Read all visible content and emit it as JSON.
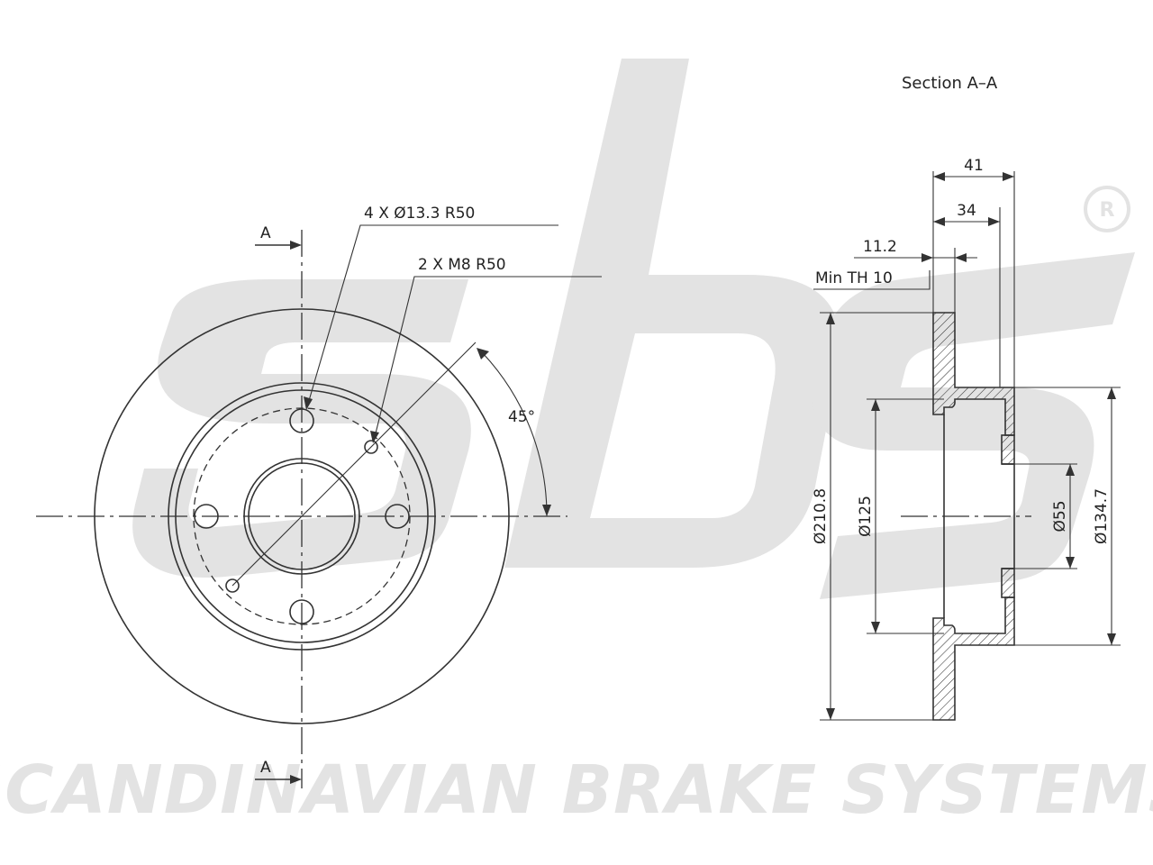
{
  "colors": {
    "line": "#333333",
    "watermark": "#e3e3e3"
  },
  "watermark": {
    "logo_text": "sbs",
    "registered_mark": "R",
    "brand_line": "SCANDINAVIAN BRAKE SYSTEMS"
  },
  "front_view": {
    "section_mark_top": "A",
    "section_mark_bottom": "A",
    "bolt_holes_label": "4 X Ø13.3   R50",
    "threaded_holes_label": "2 X M8   R50",
    "angle_label": "45°"
  },
  "section_view": {
    "title": "Section A–A",
    "overall_height": "41",
    "hat_height": "34",
    "disc_thickness": "11.2",
    "min_thickness": "Min  TH  10",
    "outer_diameter": "Ø210.8",
    "hat_diameter": "Ø125",
    "center_bore": "Ø55",
    "bolt_circle_area": "Ø134.7"
  }
}
